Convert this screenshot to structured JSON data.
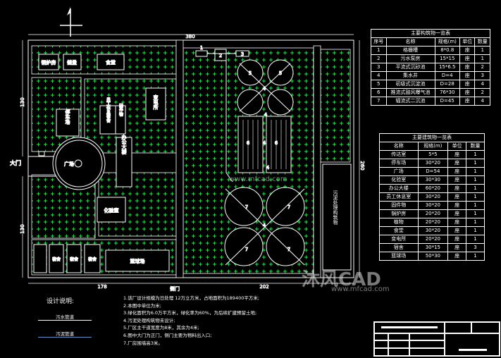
{
  "dims": {
    "total_width": "380",
    "left_width": "178",
    "right_width": "202",
    "upper_height": "130",
    "lower_height": "130",
    "right_height": "260"
  },
  "labels": {
    "boiler_room": "锅炉房",
    "warehouse": "储量",
    "canteen": "食堂",
    "substation": "变电所",
    "parking": "停车场",
    "staff_dorm": "员工休息宿舍",
    "warehouse_v": "因件物",
    "office": "办公大楼",
    "plaza": "广场",
    "gate": "大门",
    "lab": "化验室",
    "dorm1": "宿舍",
    "dorm2": "宿舍",
    "dorm3": "宿舍",
    "sports": "篮球场",
    "sludge": "污泥处理构筑物",
    "side_gate": "侧门"
  },
  "units": [
    "1",
    "2",
    "3",
    "4",
    "4",
    "4",
    "4",
    "4",
    "5",
    "5",
    "6",
    "6",
    "7",
    "7",
    "7",
    "7"
  ],
  "structures_table": {
    "caption": "主要构筑物一览表",
    "headers": [
      "序号",
      "名称",
      "规格(m)",
      "单位",
      "数量"
    ],
    "rows": [
      [
        "1",
        "格栅槽",
        "8*0.8",
        "座",
        "1"
      ],
      [
        "2",
        "污水泵房",
        "15*15",
        "座",
        "1"
      ],
      [
        "3",
        "平流式沉砂池",
        "15*6.5",
        "座",
        "2"
      ],
      [
        "4",
        "集水井",
        "D=4",
        "座",
        "3"
      ],
      [
        "5",
        "初级式沉淀池",
        "D=28",
        "座",
        "4"
      ],
      [
        "6",
        "推流式鼓风曝气池",
        "76*30",
        "座",
        "2"
      ],
      [
        "7",
        "辐流式二沉池",
        "D=45",
        "座",
        "4"
      ]
    ]
  },
  "buildings_table": {
    "caption": "主要建筑物一览表",
    "headers": [
      "名称",
      "规格(m)",
      "单位",
      "数量"
    ],
    "rows": [
      [
        "传达室",
        "5*5",
        "座",
        "1"
      ],
      [
        "停车场",
        "30*20",
        "座",
        "1"
      ],
      [
        "广场",
        "D=54",
        "座",
        "1"
      ],
      [
        "化验室",
        "30*30",
        "座",
        "1"
      ],
      [
        "办公大楼",
        "60*20",
        "座",
        "1"
      ],
      [
        "员工休息室",
        "30*20",
        "座",
        "1"
      ],
      [
        "固件物",
        "30*20",
        "座",
        "1"
      ],
      [
        "锅炉房",
        "20*20",
        "座",
        "1"
      ],
      [
        "植物",
        "20*20",
        "座",
        "1"
      ],
      [
        "食堂",
        "30*20",
        "座",
        "1"
      ],
      [
        "变电所",
        "20*20",
        "座",
        "1"
      ],
      [
        "宿舍",
        "30*15",
        "座",
        "3"
      ],
      [
        "篮球场",
        "50*30",
        "座",
        "1"
      ]
    ]
  },
  "notes": {
    "title": "设计说明:",
    "lines": [
      "1.该厂设计规模为日处理 12万立方米，占地面积为189400平方米;",
      "2.本图中单位为米;",
      "3.绿化面积为6.0万平方米，绿化率为60%，为后续扩建预留土地;",
      "4.污泥处理构筑物未设计;",
      "5.厂区主干道宽度为8米，其余为4米;",
      "6.图中大门为正门，侧门主要为物料出入口;",
      "7.厂房围墙高3米。"
    ]
  },
  "legend": {
    "sewage": "污水管道",
    "sludge": "污泥管道"
  },
  "watermark": {
    "brand": "沐风CAD",
    "site": "www.mfcad.com",
    "site_mid": "www.mfcad.com"
  }
}
